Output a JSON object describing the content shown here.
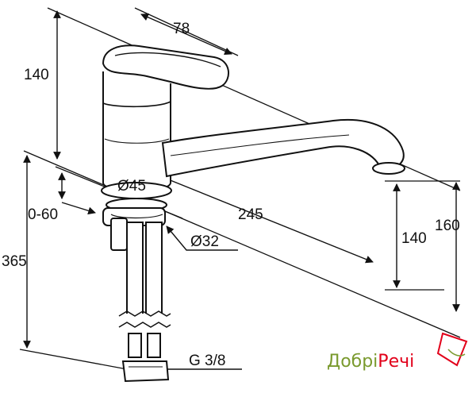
{
  "dimensions": {
    "lever_width": "78",
    "lever_height": "140",
    "body_diameter": "Ø45",
    "mount_range": "0-60",
    "spout_reach": "245",
    "shank_diameter": "Ø32",
    "spout_outlet_height": "140",
    "total_height_above_deck": "160",
    "total_height": "365",
    "connection_thread": "G 3/8"
  },
  "watermark": {
    "text_part1": "Добрі",
    "text_part2": "Речі",
    "color1": "#7a9a2e",
    "color2": "#e2001a"
  },
  "colors": {
    "line": "#111111",
    "background": "#ffffff"
  }
}
